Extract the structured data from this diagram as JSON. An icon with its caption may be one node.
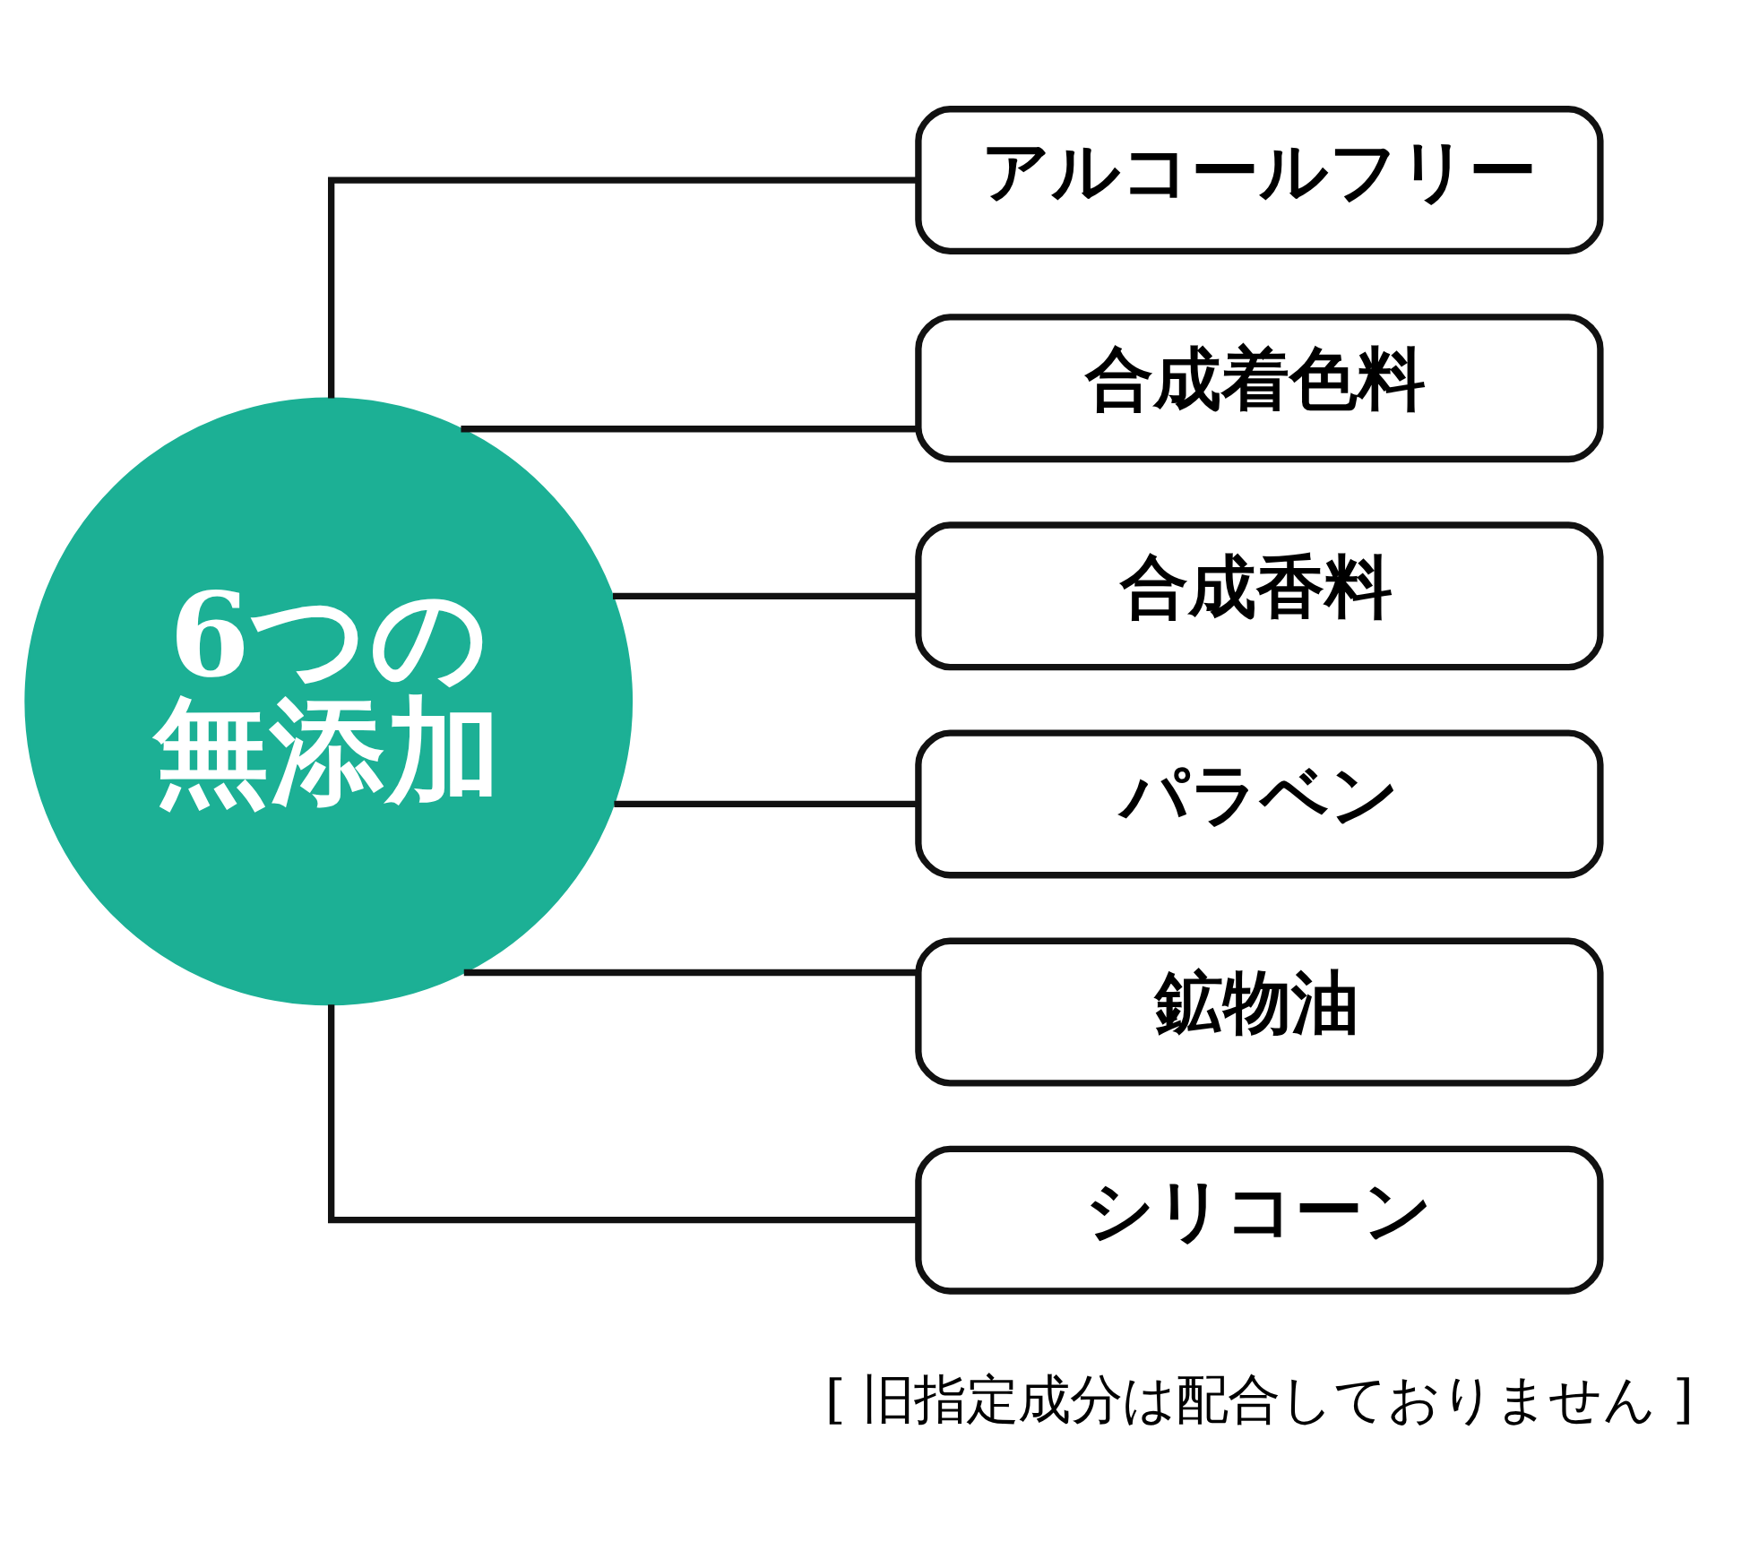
{
  "diagram": {
    "nodes": [
      {
        "text": [
          "6つの無添加"
        ]
      },
      {
        "text": [
          "アルコールフリー"
        ]
      },
      {
        "text": [
          "合成着色料"
        ]
      },
      {
        "text": [
          "合成香料"
        ]
      },
      {
        "text": [
          "パラベン"
        ]
      },
      {
        "text": [
          "鉱物油"
        ]
      },
      {
        "text": [
          "シリコーン"
        ]
      }
    ],
    "edges": [
      {
        "from": 0,
        "to": 1,
        "arrow": "none"
      },
      {
        "from": 0,
        "to": 2,
        "arrow": "none"
      },
      {
        "from": 0,
        "to": 3,
        "arrow": "none"
      },
      {
        "from": 0,
        "to": 4,
        "arrow": "none"
      },
      {
        "from": 0,
        "to": 5,
        "arrow": "none"
      },
      {
        "from": 0,
        "to": 6,
        "arrow": "none"
      }
    ],
    "labels": [
      "[ 旧指定成分は配合しておりません ]"
    ]
  }
}
